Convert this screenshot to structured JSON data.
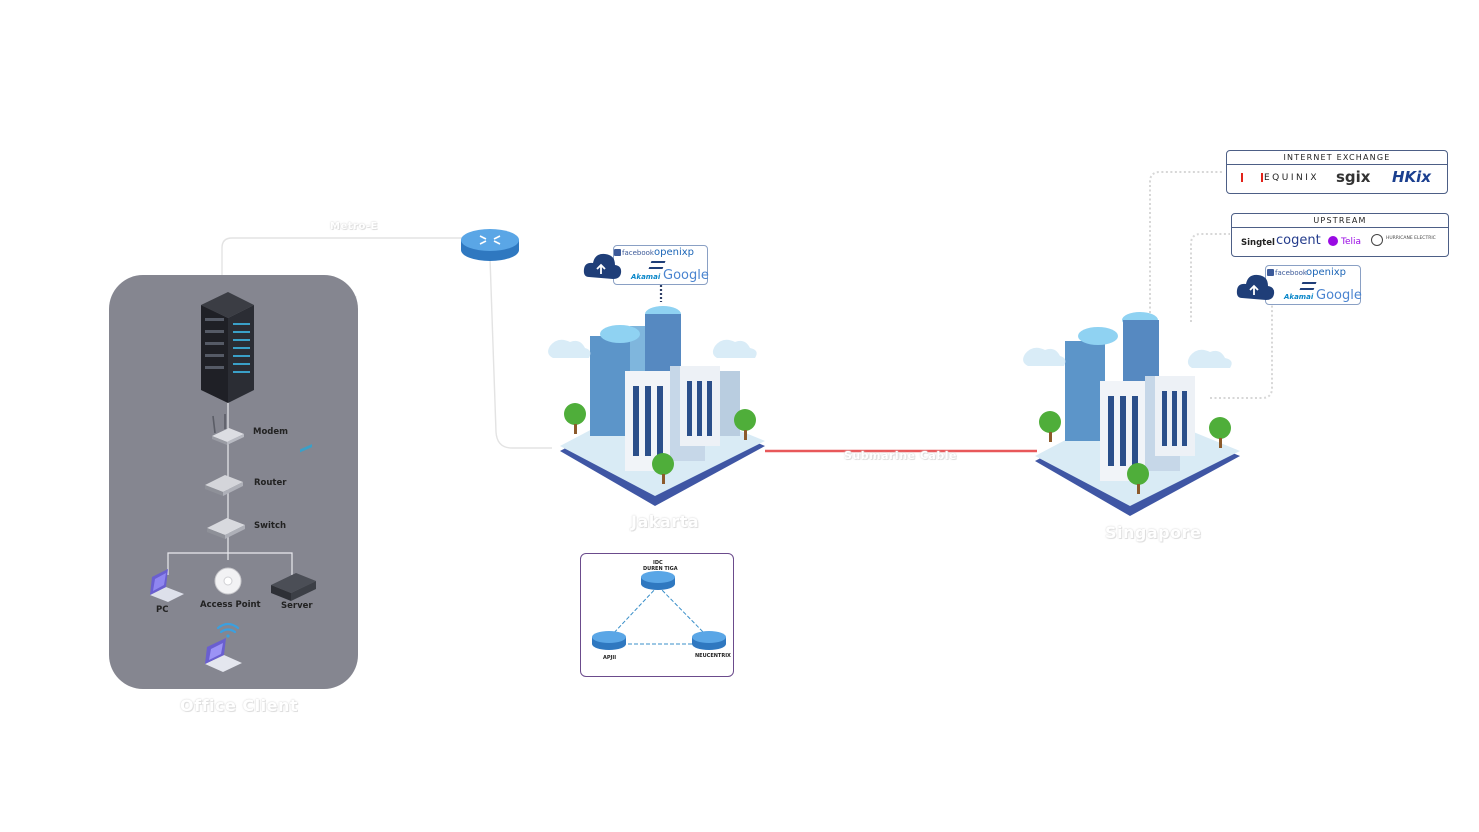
{
  "office": {
    "title": "Office Client",
    "devices": {
      "modem": "Modem",
      "router": "Router",
      "switch": "Switch",
      "pc": "PC",
      "access_point": "Access Point",
      "server": "Server"
    }
  },
  "links": {
    "metro": "Metro-E",
    "submarine": "Submarine Cable"
  },
  "sites": {
    "jakarta": "Jakarta",
    "singapore": "Singapore"
  },
  "content_providers": {
    "facebook": "facebook",
    "openixp": "openixp",
    "akamai": "Akamai",
    "google": "Google"
  },
  "internet_exchange": {
    "title": "INTERNET EXCHANGE",
    "logos": [
      "EQUINIX",
      "sgix",
      "HKix"
    ]
  },
  "upstream": {
    "title": "UPSTREAM",
    "logos": [
      "Singtel",
      "cogent",
      "Telia",
      "HURRICANE ELECTRIC"
    ]
  },
  "ring": {
    "top_label_1": "IDC",
    "top_label_2": "DUREN TIGA",
    "left": "APJII",
    "right": "NEUCENTRIX"
  },
  "colors": {
    "office_panel": "#858690",
    "submarine_line": "#e8585a",
    "router_blue": "#3f8fd6",
    "ring_border": "#6b4b8c"
  }
}
